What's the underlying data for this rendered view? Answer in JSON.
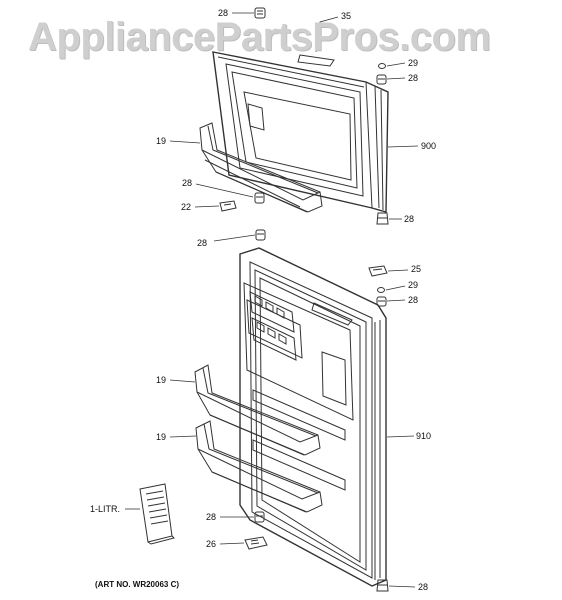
{
  "watermark": "AppliancePartsPros.com",
  "art_number": "(ART NO. WR20063 C)",
  "callouts": {
    "c28_top": "28",
    "c35": "35",
    "c29_top": "29",
    "c28_tr": "28",
    "c19_upper": "19",
    "c900": "900",
    "c28_mid": "28",
    "c22": "22",
    "c28_r1": "28",
    "c28_fresh_top": "28",
    "c25": "25",
    "c29_low": "29",
    "c28_r2": "28",
    "c19_mid": "19",
    "c910": "910",
    "c19_low": "19",
    "c1litr": "1-LITR.",
    "c28_low": "28",
    "c26": "26",
    "c28_bottom": "28"
  },
  "colors": {
    "line": "#333333",
    "watermark": "#cfcfcf"
  }
}
